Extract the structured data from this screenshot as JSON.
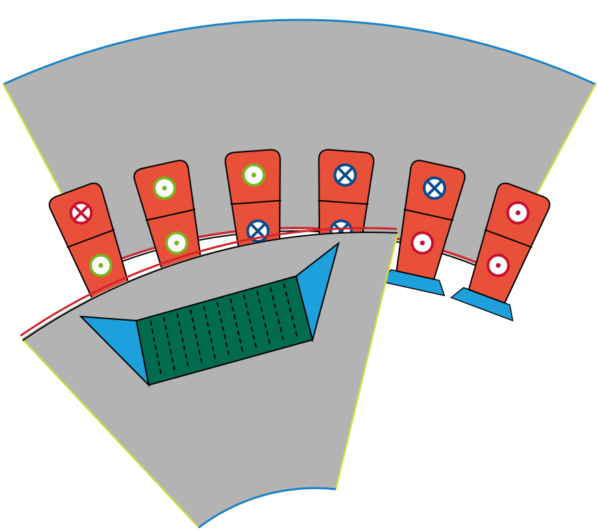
{
  "diagram": {
    "colors": {
      "stator_iron": "#b3b3b3",
      "rotor_iron": "#b3b3b3",
      "outer_boundary": "#1a82c8",
      "side_boundary": "#d4de3a",
      "slot_fill": "#e8503a",
      "slot_outline": "#000000",
      "slot_wedge": "#1ea0dc",
      "air_gap_red": "#d2232a",
      "air_gap_blue": "#1a82c8",
      "magnet": "#006b4f",
      "flux_barrier": "#1ea0dc",
      "phase_red": "#c8102e",
      "phase_green": "#7ab51d",
      "phase_blue": "#0b4a8b"
    },
    "slots": [
      {
        "top": "cross",
        "top_phase": "red",
        "bottom": "dot",
        "bottom_phase": "green"
      },
      {
        "top": "dot",
        "top_phase": "green",
        "bottom": "dot",
        "bottom_phase": "green"
      },
      {
        "top": "dot",
        "top_phase": "green",
        "bottom": "cross",
        "bottom_phase": "blue"
      },
      {
        "top": "cross",
        "top_phase": "blue",
        "bottom": "cross",
        "bottom_phase": "blue"
      },
      {
        "top": "cross",
        "top_phase": "blue",
        "bottom": "dot",
        "bottom_phase": "red"
      },
      {
        "top": "dot",
        "top_phase": "red",
        "bottom": "dot",
        "bottom_phase": "red"
      }
    ],
    "conductor_symbols": [
      "dot",
      "cross"
    ]
  }
}
